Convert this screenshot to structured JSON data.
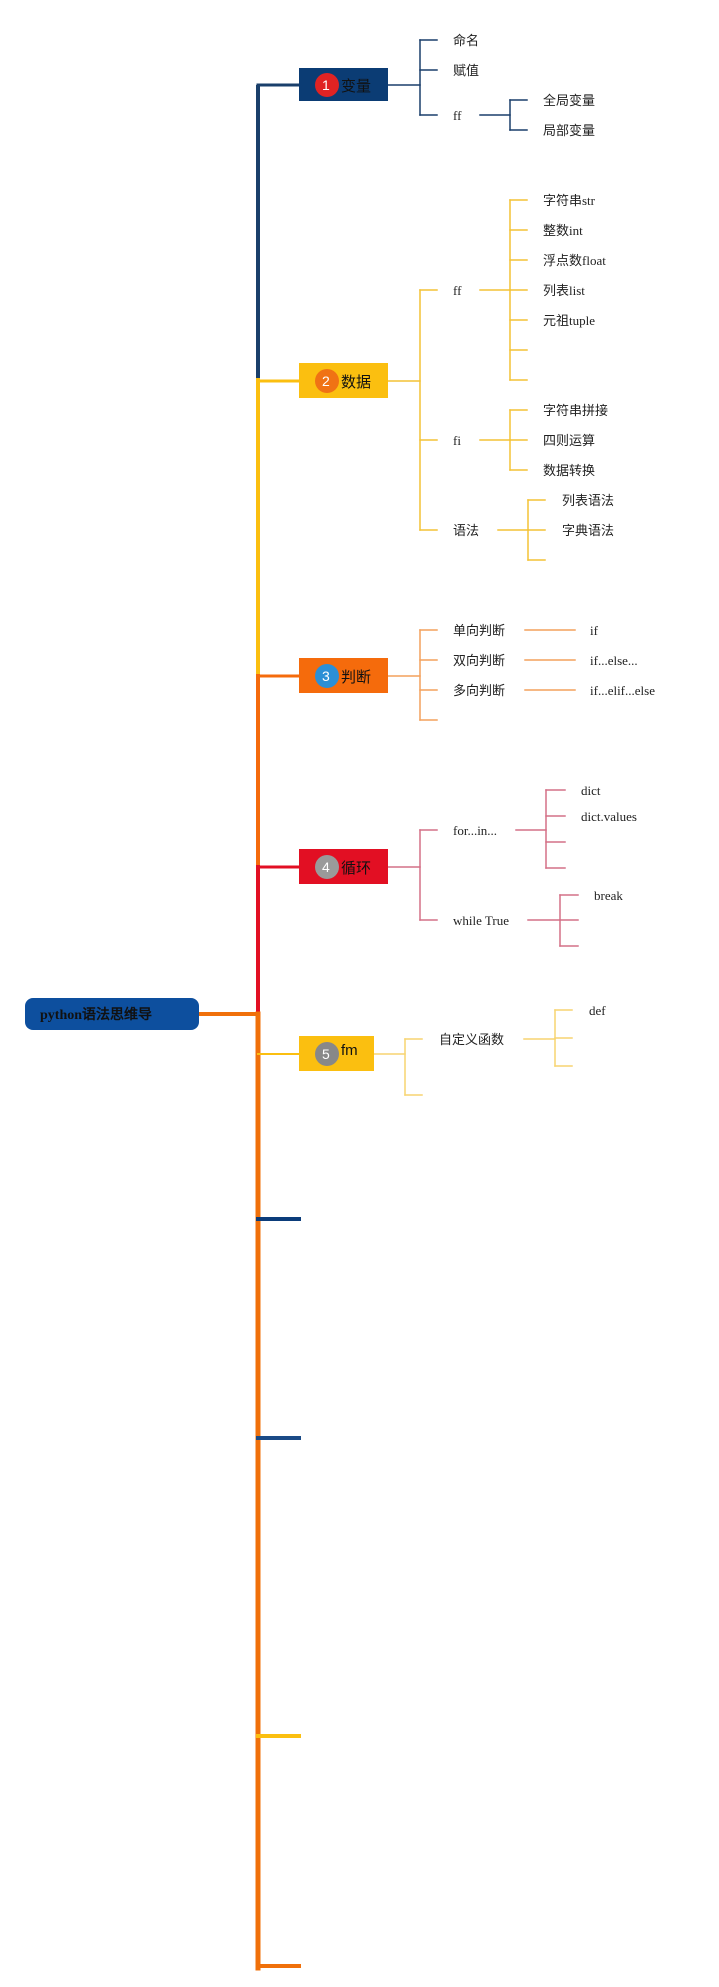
{
  "root": {
    "label": "python语法思维导",
    "color": "#0d4f9e",
    "trunk_color": "#f0700a"
  },
  "branches": [
    {
      "id": "b1",
      "number": "1",
      "label": "变量",
      "box_color": "#0b3c74",
      "badge_color": "#e02323",
      "line_color": "#1a3f6b",
      "children": [
        {
          "label": "命名",
          "children": []
        },
        {
          "label": "赋值",
          "children": []
        },
        {
          "label": "ff",
          "children": [
            {
              "label": "全局变量"
            },
            {
              "label": "局部变量"
            }
          ]
        }
      ]
    },
    {
      "id": "b2",
      "number": "2",
      "label": "数据",
      "box_color": "#fbbf10",
      "badge_color": "#f07214",
      "line_color": "#f4c235",
      "children": [
        {
          "label": "ff",
          "children": [
            {
              "label": "字符串str"
            },
            {
              "label": "整数int"
            },
            {
              "label": "浮点数float"
            },
            {
              "label": "列表list"
            },
            {
              "label": "元祖tuple"
            },
            {
              "label": ""
            },
            {
              "label": ""
            }
          ]
        },
        {
          "label": "fi",
          "children": [
            {
              "label": "字符串拼接"
            },
            {
              "label": "四则运算"
            },
            {
              "label": "数据转换"
            }
          ]
        },
        {
          "label": "语法",
          "children": [
            {
              "label": "列表语法"
            },
            {
              "label": "字典语法"
            },
            {
              "label": ""
            }
          ]
        }
      ]
    },
    {
      "id": "b3",
      "number": "3",
      "label": "判断",
      "box_color": "#f56b0c",
      "badge_color": "#2b8fd6",
      "line_color": "#f3a15c",
      "children": [
        {
          "label": "单向判断",
          "children": [
            {
              "label": "if"
            }
          ]
        },
        {
          "label": "双向判断",
          "children": [
            {
              "label": "if...else..."
            }
          ]
        },
        {
          "label": "多向判断",
          "children": [
            {
              "label": "if...elif...else"
            }
          ]
        },
        {
          "label": "",
          "children": []
        }
      ]
    },
    {
      "id": "b4",
      "number": "4",
      "label": "循环",
      "box_color": "#e20f23",
      "badge_color": "#9a9a9a",
      "line_color": "#d47087",
      "children": [
        {
          "label": "for...in...",
          "children": [
            {
              "label": "dict"
            },
            {
              "label": "dict.values"
            },
            {
              "label": ""
            },
            {
              "label": ""
            }
          ]
        },
        {
          "label": "while True",
          "children": [
            {
              "label": "break"
            },
            {
              "label": ""
            },
            {
              "label": ""
            }
          ]
        }
      ]
    },
    {
      "id": "b5",
      "number": "5",
      "label": "fm",
      "box_color": "#fbbf10",
      "badge_color": "#888888",
      "line_color": "#f7d471",
      "children": [
        {
          "label": "自定义函数",
          "children": [
            {
              "label": "def"
            },
            {
              "label": ""
            },
            {
              "label": ""
            }
          ]
        },
        {
          "label": "",
          "children": []
        }
      ]
    }
  ],
  "stubs": [
    {
      "color": "#0b3c7a"
    },
    {
      "color": "#1a4a86"
    },
    {
      "color": "#fbbf10"
    },
    {
      "color": "#f0700a"
    }
  ]
}
